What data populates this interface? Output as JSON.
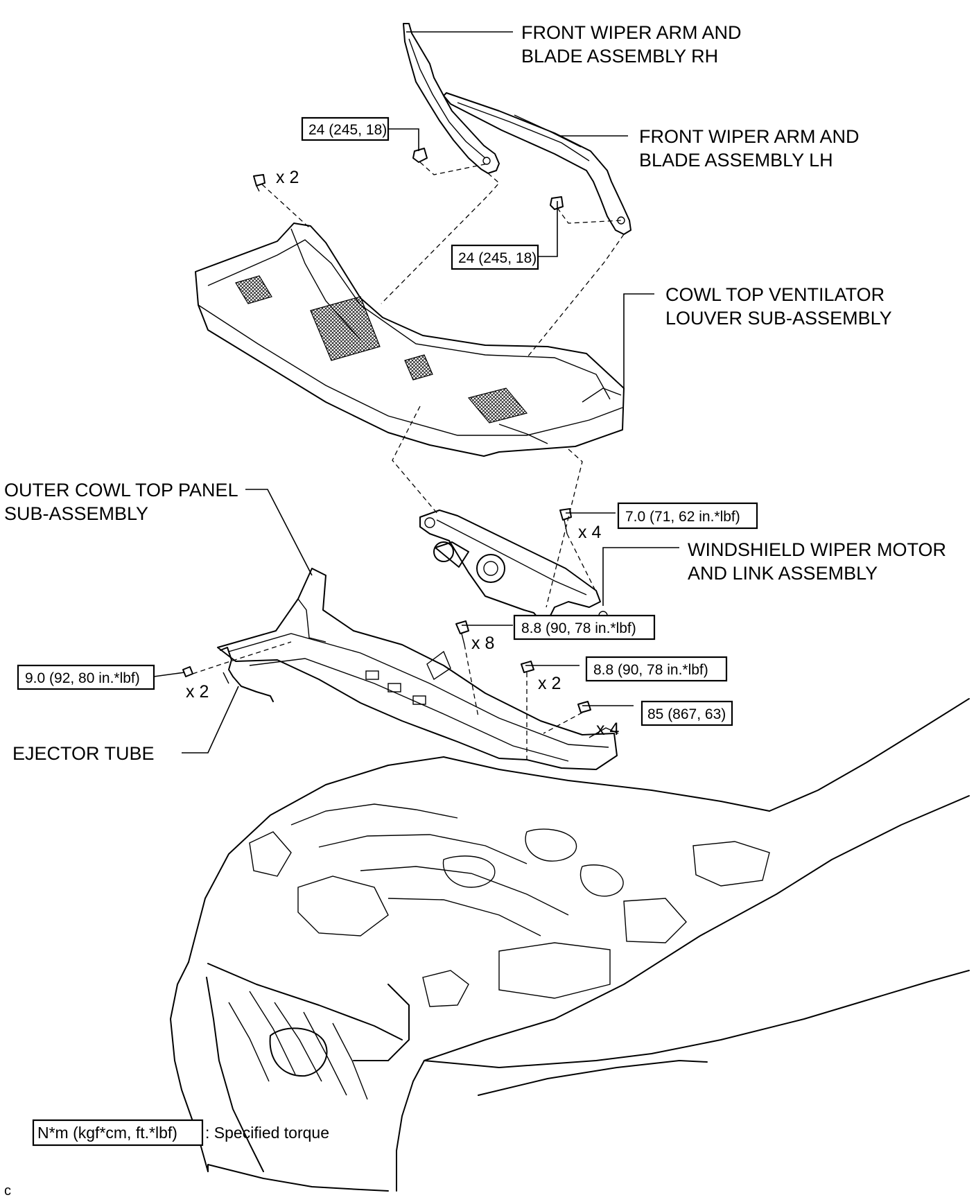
{
  "labels": {
    "wiper_rh": [
      "FRONT WIPER ARM AND",
      "BLADE ASSEMBLY RH"
    ],
    "wiper_lh": [
      "FRONT WIPER ARM AND",
      "BLADE ASSEMBLY LH"
    ],
    "cowl_louver": [
      "COWL TOP VENTILATOR",
      "LOUVER SUB-ASSEMBLY"
    ],
    "outer_cowl": [
      "OUTER COWL TOP PANEL",
      "SUB-ASSEMBLY"
    ],
    "wiper_motor": [
      "WINDSHIELD WIPER MOTOR",
      "AND LINK ASSEMBLY"
    ],
    "ejector_tube": "EJECTOR TUBE"
  },
  "torques": {
    "wiper_rh_nut": "24 (245, 18)",
    "wiper_lh_nut": "24 (245, 18)",
    "motor_bolt": "7.0 (71, 62 in.*lbf)",
    "panel_bolt": "8.8 (90, 78 in.*lbf)",
    "panel_nut": "8.8 (90, 78 in.*lbf)",
    "panel_bracket_bolt": "85 (867, 63)",
    "ejector_nut": "9.0 (92, 80 in.*lbf)"
  },
  "counts": {
    "louver_clip": "x 2",
    "motor_bolt": "x 4",
    "panel_bolt": "x 8",
    "panel_nut": "x 2",
    "panel_bracket_bolt": "x 4",
    "ejector_nut": "x 2"
  },
  "legend": {
    "unit": "N*m (kgf*cm, ft.*lbf)",
    "description": ": Specified torque"
  },
  "corner_mark": "c"
}
